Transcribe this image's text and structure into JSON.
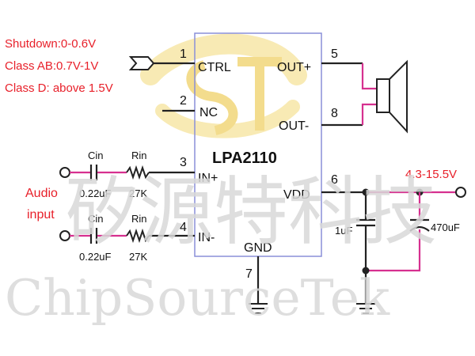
{
  "notes": {
    "shutdown": "Shutdown:0-0.6V",
    "class_ab": "Class AB:0.7V-1V",
    "class_d": "Class D:  above 1.5V"
  },
  "chip": {
    "name": "LPA2110",
    "pins": {
      "ctrl": {
        "num": "1",
        "label": "CTRL"
      },
      "nc": {
        "num": "2",
        "label": "NC"
      },
      "inp": {
        "num": "3",
        "label": "IN+"
      },
      "inn": {
        "num": "4",
        "label": "IN-"
      },
      "outp": {
        "num": "5",
        "label": "OUT+"
      },
      "vdd": {
        "num": "6",
        "label": "VDD"
      },
      "gnd": {
        "num": "7",
        "label": "GND"
      },
      "outn": {
        "num": "8",
        "label": "OUT-"
      }
    }
  },
  "input": {
    "line1": "Audio",
    "line2": "input"
  },
  "components": {
    "cin_top": {
      "name": "Cin",
      "value": "0.22uF"
    },
    "rin_top": {
      "name": "Rin",
      "value": "27K"
    },
    "cin_bot": {
      "name": "Cin",
      "value": "0.22uF"
    },
    "rin_bot": {
      "name": "Rin",
      "value": "27K"
    },
    "c_1uf": "1uF",
    "c_470uf": "470uF"
  },
  "supply": "4.3-15.5V",
  "watermark": {
    "chinese": "矽源特科技",
    "english": "ChipSourceTek"
  },
  "colors": {
    "wire": "#222222",
    "pink_wire": "#d6308f",
    "red_text": "#e8202a",
    "chip_border": "#8a8fd8",
    "logo_yellow": "#f7df8a",
    "watermark": "#d9d9d9"
  }
}
